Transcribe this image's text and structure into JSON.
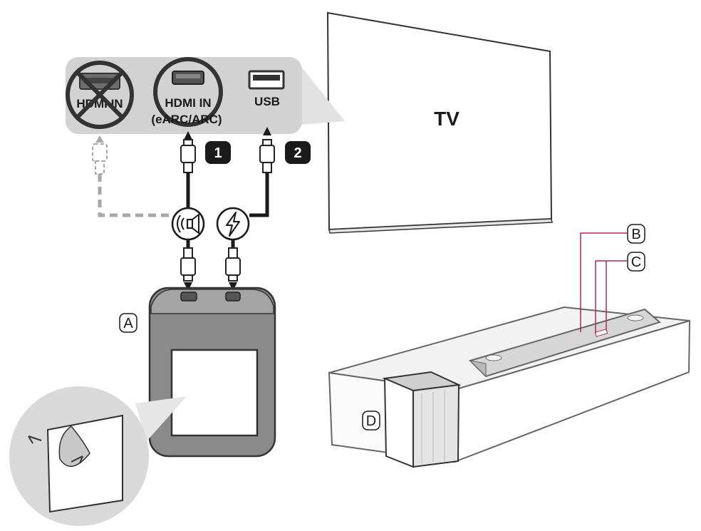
{
  "tv": {
    "label": "TV"
  },
  "ports": {
    "hdmi_in": "HDMI IN",
    "hdmi_in_earc_line1": "HDMI IN",
    "hdmi_in_earc_line2": "(eARC/ARC)",
    "usb": "USB"
  },
  "steps": [
    "1",
    "2"
  ],
  "callouts": {
    "a": "A",
    "b": "B",
    "c": "C",
    "d": "D"
  },
  "icons": [
    "speaker-icon",
    "power-bolt-icon",
    "prohibited-icon",
    "peel-film-icon"
  ],
  "colors": {
    "panel": "#d2d2d2",
    "line": "#1a1a1a",
    "dashed_line": "#a8a8a8",
    "callout_line": "#b0285a",
    "device_body": "#8a8a8a"
  }
}
